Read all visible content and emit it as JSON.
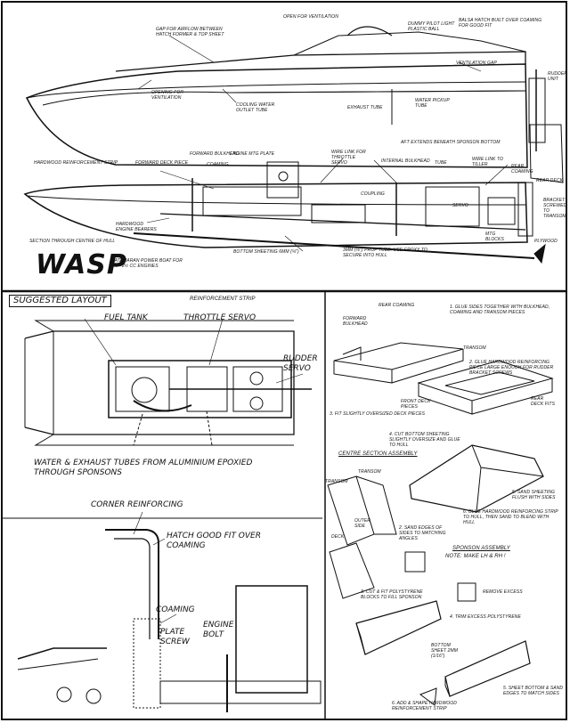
{
  "title": "WASP",
  "subtitle": "Catamaran power boat for 1½ - 2½ cc engines",
  "section_header": "Suggested Layout",
  "labels": {
    "open_vent": "Open for ventilation",
    "gap_airflow": "Gap for airflow between hatch former & top sheet",
    "dummy_pilot": "Dummy pilot light plastic ball",
    "balsa_hatch": "Balsa hatch built over coaming for good fit",
    "vent_gap": "Ventilation gap",
    "rudder_unit": "Rudder unit",
    "opening_vent": "Opening for ventilation",
    "cooling_water": "Cooling water outlet tube",
    "exhaust_tube": "Exhaust tube",
    "water_pickup": "Water pickup tube",
    "aft_extends": "Aft extends beneath sponson bottom",
    "hardwood_strip": "Hardwood reinforcement strip",
    "forward_bulkhead": "Forward bulkhead",
    "forward_deck": "Forward deck piece",
    "coaming": "Coaming",
    "engine_plate": "Engine mtg plate",
    "wire_throttle": "Wire link for throttle servo",
    "internal_bulkhead": "Internal bulkhead",
    "tube": "Tube",
    "wire_tiller": "Wire link to tiller",
    "rear_coaming": "Rear coaming",
    "rear_deck": "Rear deck",
    "bracket": "Bracket screwed to transom",
    "plywood": "Plywood",
    "coupling": "Coupling",
    "servo": "Servo",
    "mtg_blocks": "Mtg blocks",
    "engine_bearers": "Hardwood engine bearers",
    "section_centre": "Section through centre of hull",
    "bottom_sheeting": "Bottom sheeting 6mm (¼\")",
    "prop_tube": "3mm (⅛\") prop tube. Use epoxy to secure into hull",
    "reinforcement_strip": "Reinforcement strip"
  },
  "layout_labels": {
    "fuel_tank": "Fuel tank",
    "throttle_servo": "Throttle servo",
    "rudder_servo": "Rudder servo",
    "water_exhaust": "Water & exhaust tubes from aluminium epoxied through sponsons",
    "corner_reinforcing": "Corner reinforcing",
    "hatch_fit": "Hatch good fit over coaming",
    "coaming": "Coaming",
    "plate_screw": "Plate screw",
    "engine_bolt": "Engine bolt"
  },
  "assembly": {
    "rear_coaming": "Rear coaming",
    "forward_bulkhead": "Forward bulkhead",
    "transom": "Transom",
    "step1": "1. Glue sides together with bulkhead, coaming and transom pieces",
    "step2": "2. Glue hardwood reinforcing piece large enough for rudder bracket screws",
    "front_deck": "Front deck pieces",
    "rear_deck": "Rear deck fits",
    "step3": "3. Fit slightly oversized deck pieces",
    "step4": "4. Cut bottom sheeting slightly oversize and glue to hull",
    "centre_header": "Centre section assembly",
    "step5": "5. Sand sheeting flush with sides",
    "transom2": "Transom",
    "outer_side": "Outer side",
    "step_sand": "2. Sand edges of sides to matching angles",
    "step6": "6. Glue hardwood reinforcing strip to hull, then sand to blend with hull",
    "deck": "Deck",
    "sponson_header": "Sponson assembly",
    "sponson_note": "Note: make LH & RH !",
    "remove_excess": "Remove excess",
    "step3b": "3. Cut & fit polystyrene blocks to fill sponson",
    "step4b": "4. Trim excess polystyrene",
    "bottom_sheet": "Bottom sheet 2mm (1/16\")",
    "step5b": "5. Sheet bottom & sand edges to match sides",
    "step6b": "6. Add & shape hardwood reinforcement strip"
  }
}
